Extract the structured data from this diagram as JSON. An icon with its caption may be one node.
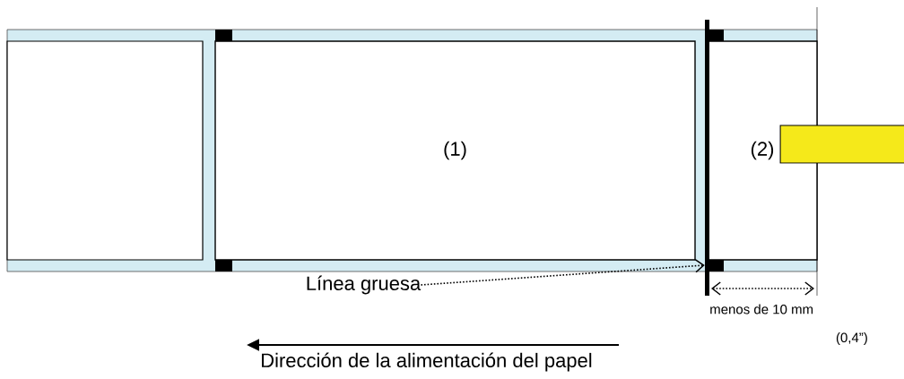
{
  "diagram": {
    "nodes": [
      {
        "text": [],
        "shape": "box"
      },
      {
        "text": [
          "(1)"
        ]
      },
      {
        "text": [
          "(2)"
        ]
      },
      {
        "text": [
          "Línea gruesa"
        ]
      },
      {
        "text": [],
        "shape": "bar"
      },
      {
        "text": [],
        "shape": "box"
      }
    ],
    "edges": [
      {
        "from": 3,
        "to": 4,
        "arrow": "to",
        "style": "dashed"
      }
    ],
    "labels": [
      "menos de 10 mm",
      "(0,4”)",
      "Dirección de la alimentación del papel"
    ]
  }
}
